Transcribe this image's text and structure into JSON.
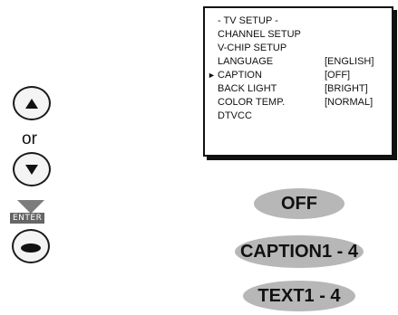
{
  "remote": {
    "or_label": "or",
    "enter_label": "ENTER",
    "up_icon": "up-arrow-triangle",
    "down_icon": "down-arrow-triangle",
    "step_arrow_icon": "down-triangle-step",
    "enter_icon": "oval-button"
  },
  "screen": {
    "title": "- TV SETUP -",
    "items": [
      {
        "label": "CHANNEL SETUP",
        "value": ""
      },
      {
        "label": "V-CHIP SETUP",
        "value": ""
      },
      {
        "label": "LANGUAGE",
        "value": "[ENGLISH]"
      },
      {
        "label": "CAPTION",
        "value": "[OFF]"
      },
      {
        "label": "BACK LIGHT",
        "value": "[BRIGHT]"
      },
      {
        "label": "COLOR TEMP.",
        "value": "[NORMAL]"
      },
      {
        "label": "DTVCC",
        "value": ""
      }
    ],
    "cursor_symbol": "►"
  },
  "options": [
    {
      "label": "OFF"
    },
    {
      "label": "CAPTION1 - 4"
    },
    {
      "label": "TEXT1 - 4"
    }
  ],
  "colors": {
    "pill_fill": "#b7b7b7",
    "arrow_fill": "#7c7c7c",
    "enter_bg": "#666666"
  }
}
